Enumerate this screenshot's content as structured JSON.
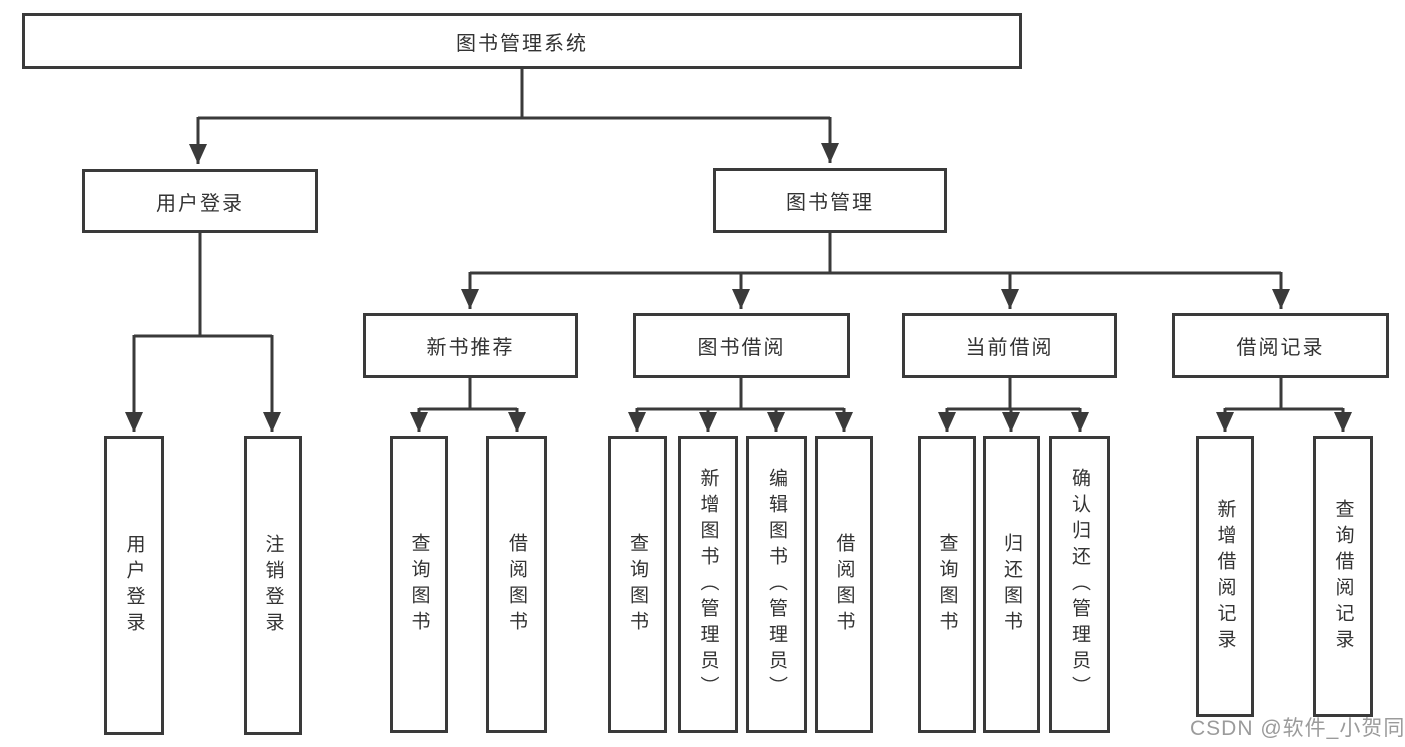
{
  "tree": {
    "label": "图书管理系统",
    "children": [
      {
        "label": "用户登录",
        "children": [
          {
            "label": "用户登录"
          },
          {
            "label": "注销登录"
          }
        ]
      },
      {
        "label": "图书管理",
        "children": [
          {
            "label": "新书推荐",
            "children": [
              {
                "label": "查询图书"
              },
              {
                "label": "借阅图书"
              }
            ]
          },
          {
            "label": "图书借阅",
            "children": [
              {
                "label": "查询图书"
              },
              {
                "label": "新增图书（管理员）"
              },
              {
                "label": "编辑图书（管理员）"
              },
              {
                "label": "借阅图书"
              }
            ]
          },
          {
            "label": "当前借阅",
            "children": [
              {
                "label": "查询图书"
              },
              {
                "label": "归还图书"
              },
              {
                "label": "确认归还（管理员）"
              }
            ]
          },
          {
            "label": "借阅记录",
            "children": [
              {
                "label": "新增借阅记录"
              },
              {
                "label": "查询借阅记录"
              }
            ]
          }
        ]
      }
    ]
  },
  "watermark": "CSDN @软件_小贺同学",
  "colors": {
    "line": "#3a3a3a",
    "text": "#333333",
    "box_background": "#ffffff",
    "page_background": "#ffffff",
    "watermark": "#9b9b9b"
  }
}
